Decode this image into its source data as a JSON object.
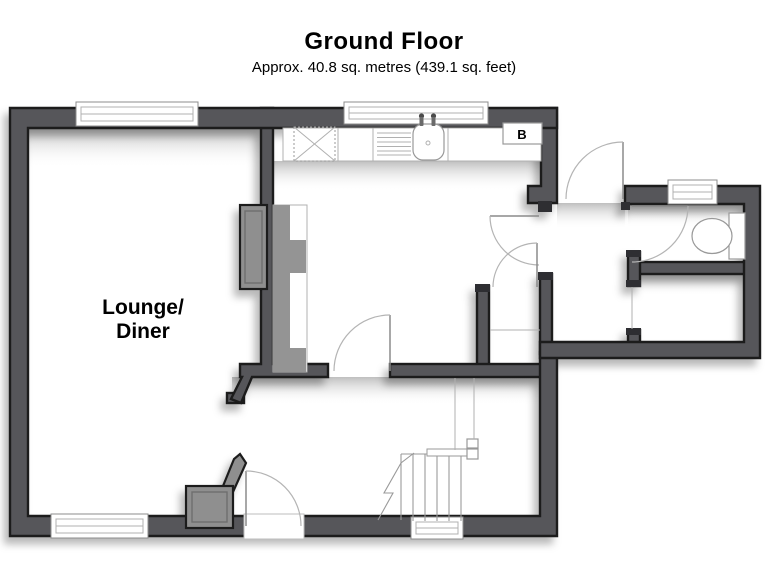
{
  "header": {
    "title": "Ground Floor",
    "subtitle": "Approx. 40.8 sq. metres (439.1 sq. feet)"
  },
  "rooms": {
    "lounge_diner": {
      "line1": "Lounge/",
      "line2": "Diner"
    }
  },
  "fixtures": {
    "boiler_label": "B",
    "sink": "kitchen-sink-with-drainer",
    "appliance": "appliance-space",
    "toilet": "toilet",
    "stairs": "staircase-with-break-line"
  },
  "colors": {
    "wall_fill": "#57575a",
    "wall_outline": "#1a1a1a",
    "feature_gray": "#8f8f8f",
    "unit_gray": "#949494",
    "line_light": "#b0b0b0",
    "text": "#000000"
  }
}
